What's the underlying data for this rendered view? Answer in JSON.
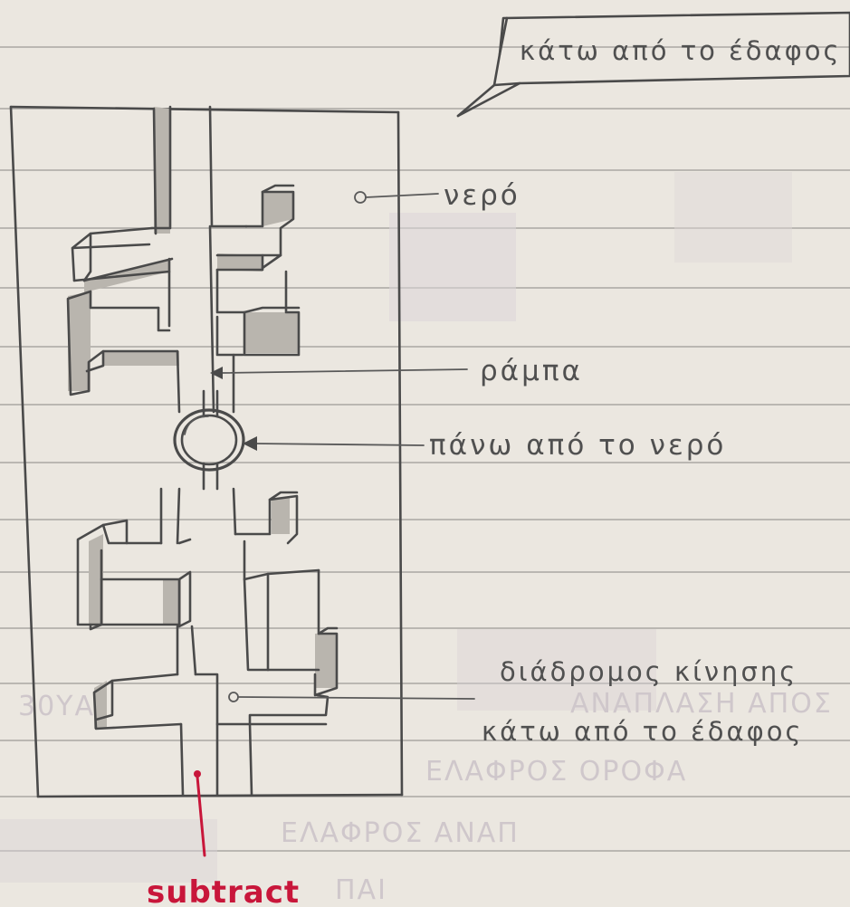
{
  "labels": {
    "callout": "κάτω από το έδαφος",
    "water": "νερό",
    "ramp": "ράμπα",
    "above_water": "πάνω από το νερό",
    "corridor_line1": "διάδρομος κίνησης",
    "corridor_line2": "κάτω από το έδαφος",
    "subtract": "subtract"
  },
  "colors": {
    "paper": "#ebe7e0",
    "pencil": "#4a4a4a",
    "red_ink": "#c8163a"
  }
}
